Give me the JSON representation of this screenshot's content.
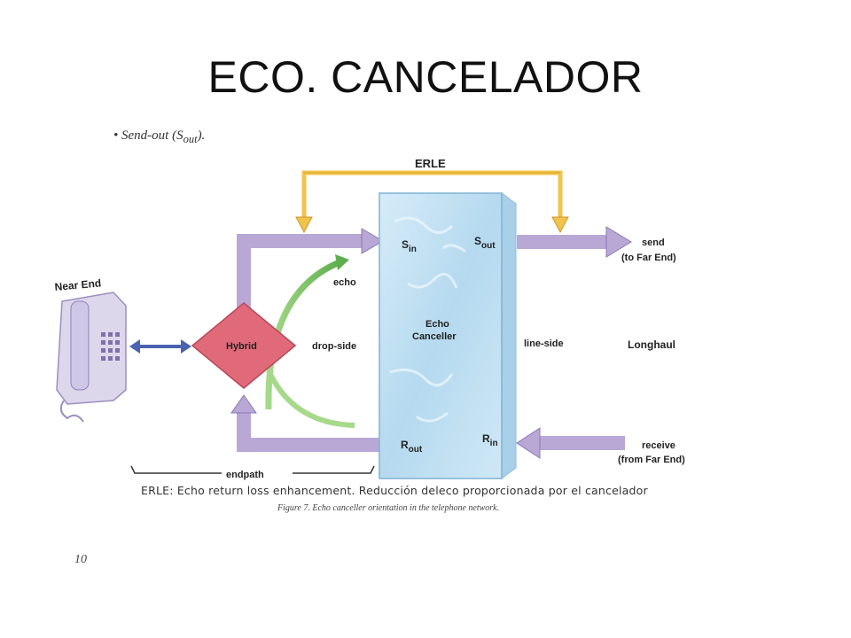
{
  "slide": {
    "title": "ECO. CANCELADOR",
    "page_number": "10"
  },
  "bullet": "• Send-out (S",
  "bullet_sub": "out",
  "bullet_tail": ").",
  "labels": {
    "erle": "ERLE",
    "near_end": "Near End",
    "hybrid": "Hybrid",
    "echo": "echo",
    "drop_side": "drop-side",
    "canceller_line1": "Echo",
    "canceller_line2": "Canceller",
    "line_side": "line-side",
    "longhaul": "Longhaul",
    "send_line1": "send",
    "send_line2": "(to Far End)",
    "receive_line1": "receive",
    "receive_line2": "(from Far End)",
    "endpath": "endpath",
    "sin": "S",
    "sin_sub": "in",
    "sout": "S",
    "sout_sub": "out",
    "rout": "R",
    "rout_sub": "out",
    "rin": "R",
    "rin_sub": "in"
  },
  "caption": "ERLE: Echo return loss enhancement. Reducción deleco proporcionada por el cancelador",
  "figure_caption": "Figure 7. Echo canceller orientation in the telephone network.",
  "colors": {
    "purple_path": "#b9a7d6",
    "purple_path_edge": "#8c78b3",
    "canceller_fill": "#bfe0f2",
    "canceller_edge": "#7fb3d3",
    "hybrid_fill": "#e0697a",
    "erle_arrow": "#f2c34a",
    "echo_arrow": "#7cc46a",
    "phone_fill": "#ddd7ec",
    "phone_link": "#4a62b0"
  }
}
